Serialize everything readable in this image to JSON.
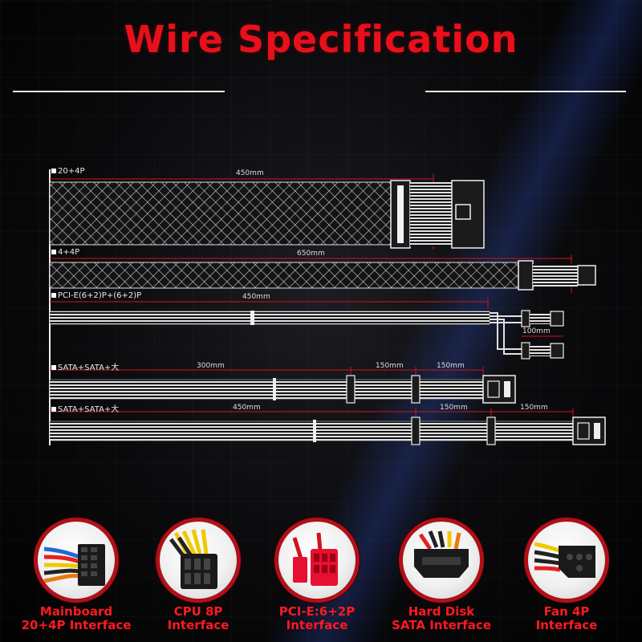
{
  "title": "Wire Specification",
  "cables": [
    {
      "label": "20+4P",
      "dims": [
        "450mm"
      ]
    },
    {
      "label": "4+4P",
      "dims": [
        "650mm"
      ]
    },
    {
      "label": "PCI-E(6+2)P+(6+2)P",
      "dims": [
        "450mm",
        "100mm"
      ]
    },
    {
      "label": "SATA+SATA+大",
      "dims": [
        "300mm",
        "150mm",
        "150mm"
      ]
    },
    {
      "label": "SATA+SATA+大",
      "dims": [
        "450mm",
        "150mm",
        "150mm"
      ]
    }
  ],
  "interfaces": [
    {
      "line1": "Mainboard",
      "line2": "20+4P Interface",
      "icon": "atx-24pin-connector-icon"
    },
    {
      "line1": "CPU 8P",
      "line2": "Interface",
      "icon": "cpu-8pin-connector-icon"
    },
    {
      "line1": "PCI-E:6+2P",
      "line2": "Interface",
      "icon": "pcie-connector-icon"
    },
    {
      "line1": "Hard Disk",
      "line2": "SATA Interface",
      "icon": "sata-connector-icon"
    },
    {
      "line1": "Fan 4P",
      "line2": "Interface",
      "icon": "molex-4pin-connector-icon"
    }
  ],
  "colors": {
    "accent": "#e8101a",
    "dim_line": "#d0141c",
    "cable": "#e6e6e6"
  }
}
